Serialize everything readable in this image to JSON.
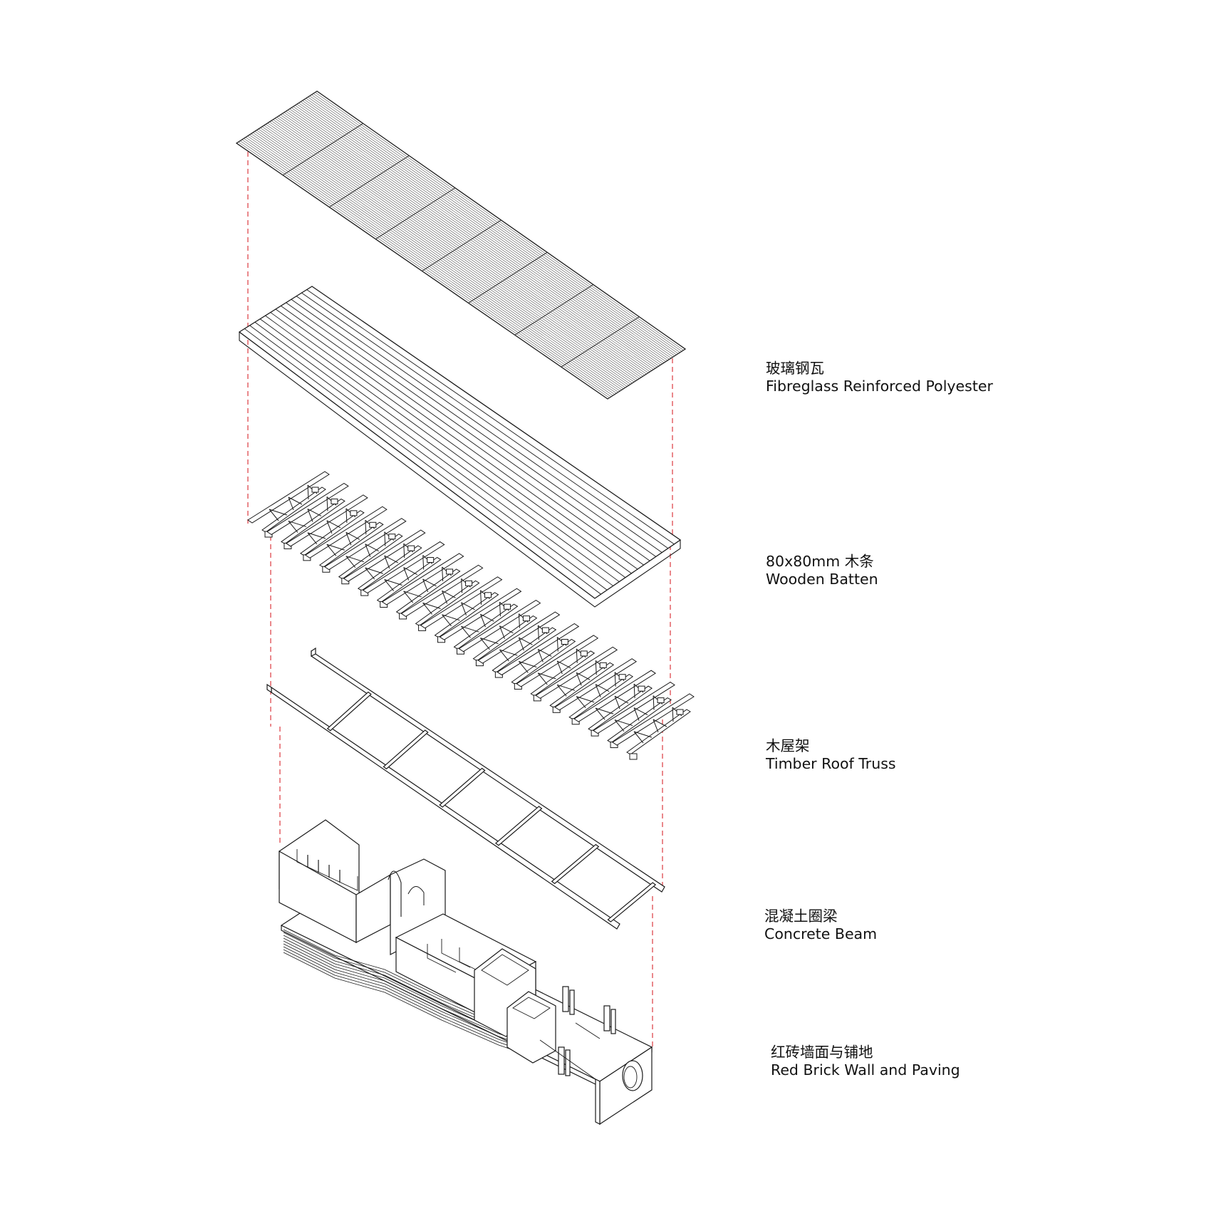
{
  "colors": {
    "ink": "#1a1a1a",
    "guide": "#e0555a",
    "paper": "#ffffff"
  },
  "layers": [
    {
      "id": "frp",
      "zh": "玻璃钢瓦",
      "en": "Fibreglass Reinforced Polyester"
    },
    {
      "id": "batten",
      "zh": "80x80mm 木条",
      "en": "Wooden Batten"
    },
    {
      "id": "truss",
      "zh": "木屋架",
      "en": "Timber Roof Truss"
    },
    {
      "id": "beam",
      "zh": "混凝土圈梁",
      "en": "Concrete Beam"
    },
    {
      "id": "brick",
      "zh": "红砖墙面与铺地",
      "en": "Red Brick Wall and Paving"
    }
  ]
}
